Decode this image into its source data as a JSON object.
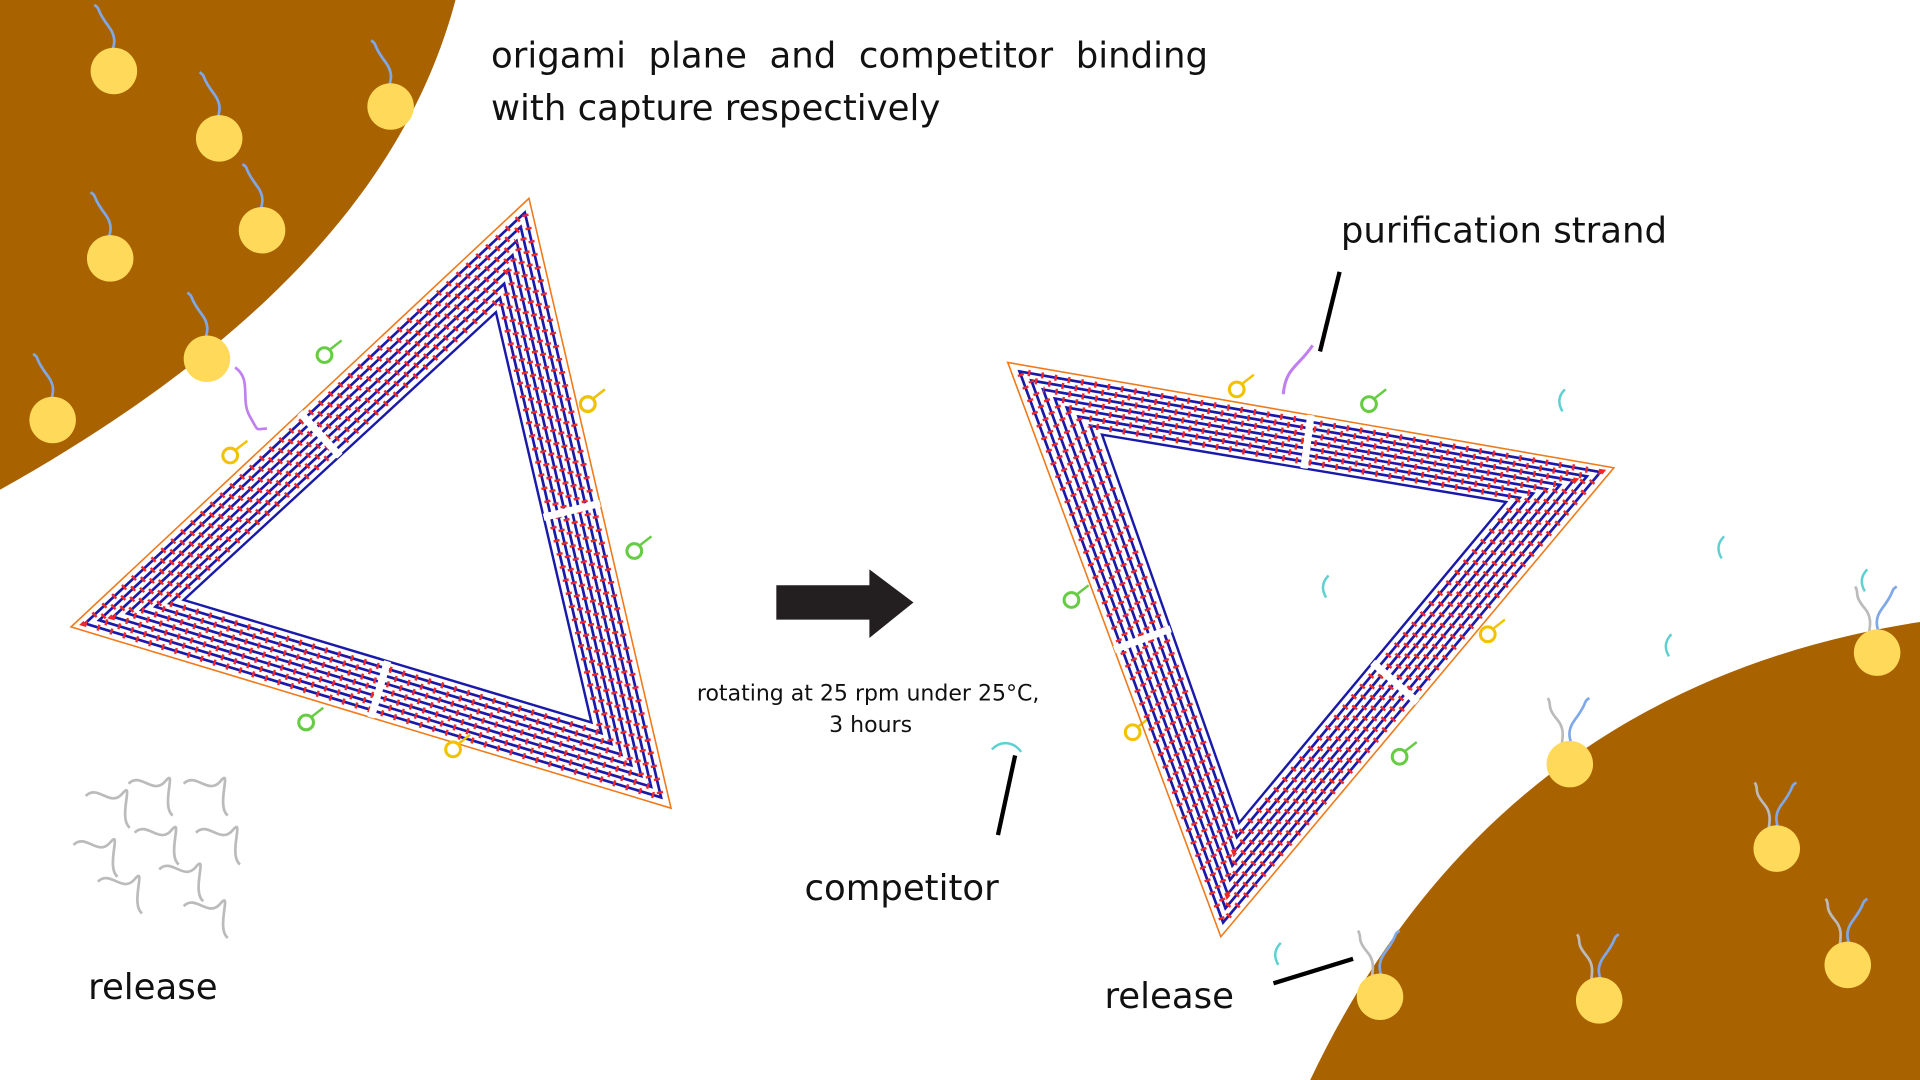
{
  "title": {
    "line1": "origami  plane  and  competitor  binding",
    "line2": "with capture respectively"
  },
  "labels": {
    "purification_strand": "purification strand",
    "competitor": "competitor",
    "release_left": "release",
    "release_right": "release",
    "condition_line1": "rotating at 25 rpm under 25°C,",
    "condition_line2": "3 hours"
  },
  "colors": {
    "bead_background": "#A86200",
    "bead": "#FFD95A",
    "scaffold_blue": "#1A1AAA",
    "staple_red": "#F02828",
    "frame_orange": "#F07A1A",
    "competitor_strand": "#5FD0D0",
    "capture_strand": "#7FA8E8",
    "released_strand": "#BBBBBB",
    "aptamer_green": "#66CC44",
    "aptamer_yellow": "#F2C200",
    "purification_strand": "#C080F0",
    "arrow": "#231F20"
  },
  "icons": [
    "right-arrow-icon"
  ]
}
